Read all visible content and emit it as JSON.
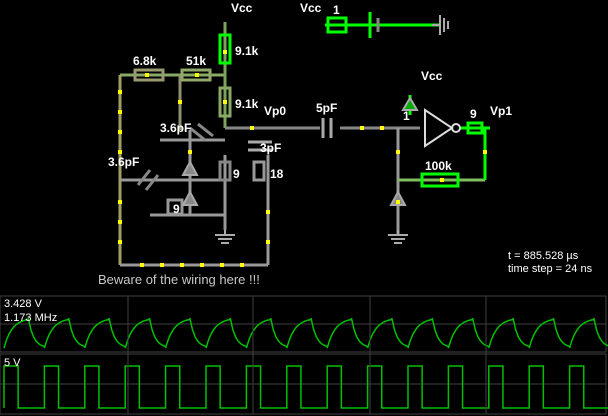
{
  "labels": {
    "vcc_top": "Vcc",
    "vcc_source": "Vcc",
    "vcc_right": "Vcc",
    "source_value": "1",
    "r_6_8k": "6.8k",
    "r_51k": "51k",
    "r_9_1k_a": "9.1k",
    "r_9_1k_b": "9.1k",
    "node_vp0": "Vp0",
    "c_5pf": "5pF",
    "c_3_6pf_a": "3.6pF",
    "c_3_6pf_b": "3.6pF",
    "c_3pf": "3pF",
    "r_9": "9",
    "r_18": "18",
    "r_9b": "9",
    "inv_in": "1",
    "inv_out": "9",
    "node_vp1": "Vp1",
    "r_100k": "100k"
  },
  "note": "Beware of the  wiring here !!!",
  "status": {
    "time": "t = 885.528 µs",
    "timestep": "time step = 24 ns"
  },
  "scope1": {
    "voltage": "3.428 V",
    "frequency": "1.173 MHz",
    "cycles": 15
  },
  "scope2": {
    "voltage": "5 V",
    "cycles": 15
  },
  "colors": {
    "wire_on": "#00ff00",
    "wire_mid": "#888888",
    "current_dot": "#ffff00",
    "trace": "#00c000",
    "grid": "#404040"
  }
}
